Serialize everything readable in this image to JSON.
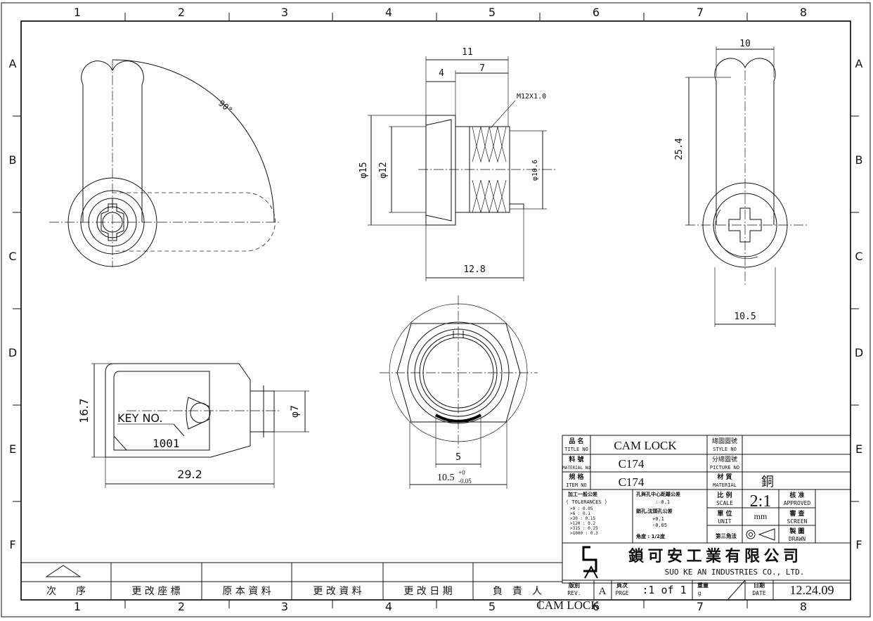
{
  "grid": {
    "columns": [
      "1",
      "2",
      "3",
      "4",
      "5",
      "6",
      "7",
      "8"
    ],
    "rows": [
      "A",
      "B",
      "C",
      "D",
      "E",
      "F"
    ]
  },
  "dimensions": {
    "angle": "90°",
    "d11": "11",
    "d4": "4",
    "d7": "7",
    "thread": "M12X1.0",
    "phi15": "φ15",
    "phi12": "φ12",
    "phi10_6": "φ10.6",
    "d12_8": "12.8",
    "d10": "10",
    "d25_4": "25.4",
    "d10_5": "10.5",
    "d5": "5",
    "d10_5tol_base": "10.5",
    "d10_5tol_upper": "+0",
    "d10_5tol_lower": "-0.05",
    "d16_7": "16.7",
    "phi7": "φ7",
    "d29_2": "29.2",
    "key_no_label": "KEY NO.",
    "key_no_value": "1001"
  },
  "title_block": {
    "title_label_cn": "品 名",
    "title_label_en": "TITLE NO",
    "title_value": "CAM LOCK",
    "style_label_cn": "總圖圖號",
    "style_label_en": "STYLE NO",
    "material_label_cn": "料 號",
    "material_label_en": "MATERIAL NO",
    "material_value": "C174",
    "picture_label_cn": "分總圖號",
    "picture_label_en": "PICTURE NO",
    "item_label_cn": "規 格",
    "item_label_en": "ITEM NO",
    "item_value": "C174",
    "mat_label_cn": "材 質",
    "mat_label_en": "MATERIAL",
    "mat_value": "銅",
    "tol_title": "加工一般公差",
    "tol_header": "( TOLERANCES )",
    "tol_rows": [
      ">0    : 0.05",
      ">6    : 0.1",
      ">30   : 0.15",
      ">120  : 0.2",
      ">315  : 0.25",
      ">1000 : 0.3"
    ],
    "hole_title": "孔與孔中心距離公差",
    "hole_value": ": 0.1",
    "pin_title": "銷孔,沈頭孔公差",
    "pin_upper": "+0.1",
    "pin_lower": "-0.05",
    "angle_tol": "角度 : 1/2度",
    "scale_label_cn": "比 例",
    "scale_label_en": "SCALE",
    "scale_value": "2:1",
    "approved_cn": "核 准",
    "approved_en": "APPROVED",
    "unit_label_cn": "單 位",
    "unit_label_en": "UNIT",
    "unit_value": "mm",
    "screen_cn": "審 查",
    "screen_en": "SCREEN",
    "third_angle_cn": "第三角法",
    "drawn_cn": "製 圖",
    "drawn_en": "DRAWN",
    "company_cn": "鎖 可 安 工 業 有 限 公 司",
    "company_en": "SUO KE AN  INDUSTRIES CO., LTD.",
    "rev_label_cn": "版別",
    "rev_label_en": "REV.",
    "rev_value": "A",
    "page_label_cn": "頁次",
    "page_label_en": "PRGE",
    "page_value": ":1 of 1",
    "weight_label_cn": "重量",
    "weight_label_en": "g",
    "date_label_cn": "日期",
    "date_label_en": "DATE",
    "date_value": "12.24.09"
  },
  "revision_table": {
    "headers": [
      "次　　序",
      "更 改 座 標",
      "原 本 資 料",
      "更 改 資 料",
      "更 改 日 期",
      "負　責　人"
    ]
  },
  "footer_note": "CAM LOCK"
}
